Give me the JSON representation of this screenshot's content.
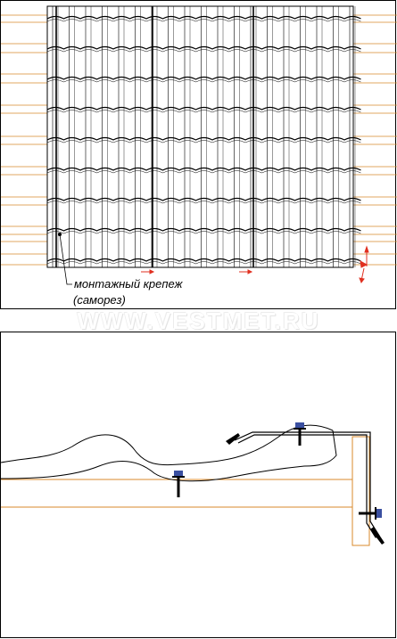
{
  "diagram": {
    "fastener_label_line1": "монтажный крепеж",
    "fastener_label_line2": "(саморез)",
    "watermark_text": "WWW.VESTMET.RU"
  },
  "colors": {
    "batten": "#d98a2b",
    "line": "#000000",
    "arrow": "#e03020",
    "screw": "#3a4fa0"
  },
  "icons": [
    "screw-icon",
    "arrow-icon"
  ]
}
